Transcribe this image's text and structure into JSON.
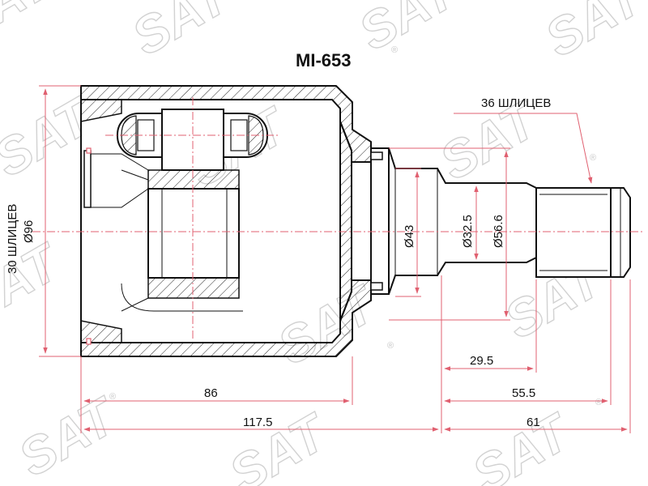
{
  "part_number": "MI-653",
  "labels": {
    "outer_splines": "36 ШЛИЦЕВ",
    "inner_splines": "30 ШЛИЦЕВ",
    "housing_diameter": "Ø96",
    "diam_43": "Ø43",
    "diam_32_5": "Ø32.5",
    "diam_56_6": "Ø56.6",
    "len_86": "86",
    "len_117_5": "117.5",
    "len_29_5": "29.5",
    "len_55_5": "55.5",
    "len_61": "61"
  },
  "watermark": {
    "text": "SAT",
    "registered": "®"
  },
  "colors": {
    "outline": "#111111",
    "dimension": "#e06070",
    "watermark": "#d2d2d2"
  }
}
